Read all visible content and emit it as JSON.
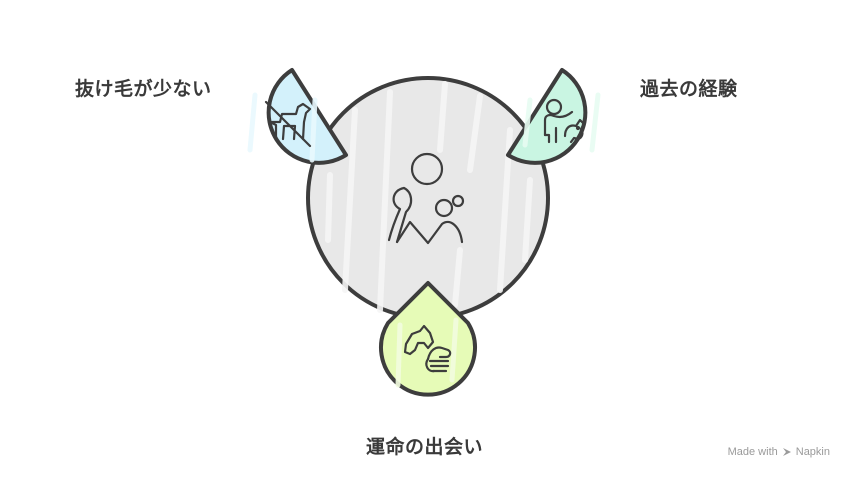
{
  "diagram": {
    "labels": {
      "left": "抜け毛が少ない",
      "right": "過去の経験",
      "bottom": "運命の出会い"
    },
    "icons": {
      "center": "family-with-baby-icon",
      "left": "no-dog-icon",
      "right": "person-with-dog-icon",
      "bottom": "hand-petting-dog-icon"
    },
    "colors": {
      "center_fill": "#e8e8e8",
      "left_fill": "#d3f1fb",
      "right_fill": "#c9f5e2",
      "bottom_fill": "#e6fbb7",
      "stroke": "#3d3d3d",
      "label_text": "#3a3a3a"
    }
  },
  "watermark": {
    "made_with": "Made with",
    "brand": "Napkin"
  }
}
